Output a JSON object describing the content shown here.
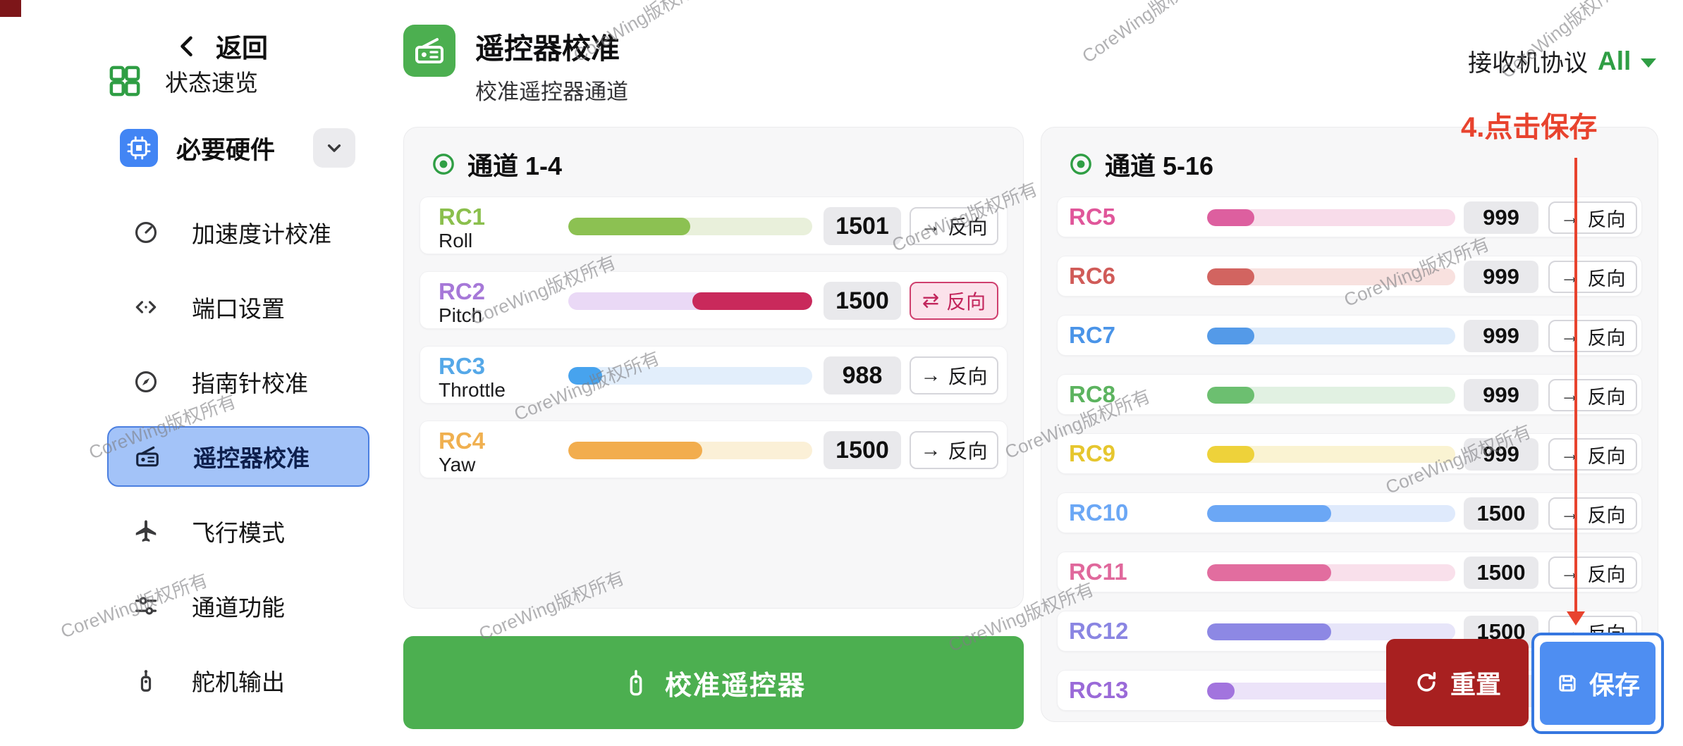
{
  "watermark": "CoreWing版权所有",
  "sidebar": {
    "back_label": "返回",
    "overview_label": "状态速览",
    "section_label": "必要硬件",
    "items": [
      {
        "key": "accelerometer-calibration",
        "icon": "speedometer",
        "label": "加速度计校准",
        "active": false
      },
      {
        "key": "port-settings",
        "icon": "ports",
        "label": "端口设置",
        "active": false
      },
      {
        "key": "compass-calibration",
        "icon": "compass",
        "label": "指南针校准",
        "active": false
      },
      {
        "key": "radio-calibration",
        "icon": "radio",
        "label": "遥控器校准",
        "active": true
      },
      {
        "key": "flight-modes",
        "icon": "plane",
        "label": "飞行模式",
        "active": false
      },
      {
        "key": "channel-functions",
        "icon": "sliders",
        "label": "通道功能",
        "active": false
      },
      {
        "key": "servo-output",
        "icon": "servo",
        "label": "舵机输出",
        "active": false
      }
    ]
  },
  "header": {
    "title": "遥控器校准",
    "subtitle": "校准遥控器通道",
    "protocol_label": "接收机协议",
    "protocol_value": "All"
  },
  "annotation_label": "4.点击保存",
  "reverse_label": "反向",
  "reverse_icon": "→",
  "reverse_icon_active": "⇄",
  "calibrate_label": "校准遥控器",
  "footer": {
    "reset_label": "重置",
    "save_label": "保存"
  },
  "panels": {
    "left": {
      "title": "通道 1-4",
      "channels": [
        {
          "id": "RC1",
          "name": "Roll",
          "value": "1501",
          "fill_pct": 50,
          "fill_from": "left",
          "label_color": "#8bbf4d",
          "fill_color": "#8cc152",
          "track_color": "#e9f0db",
          "reversed": false
        },
        {
          "id": "RC2",
          "name": "Pitch",
          "value": "1500",
          "fill_pct": 49,
          "fill_from": "right",
          "label_color": "#a678d8",
          "fill_color": "#c9295b",
          "track_color": "#ead9f6",
          "reversed": true
        },
        {
          "id": "RC3",
          "name": "Throttle",
          "value": "988",
          "fill_pct": 14,
          "fill_from": "left",
          "label_color": "#55a8e8",
          "fill_color": "#47a3ee",
          "track_color": "#e2eefb",
          "reversed": false
        },
        {
          "id": "RC4",
          "name": "Yaw",
          "value": "1500",
          "fill_pct": 55,
          "fill_from": "left",
          "label_color": "#f0b050",
          "fill_color": "#f2ad4e",
          "track_color": "#fbf0d7",
          "reversed": false
        }
      ]
    },
    "right": {
      "title": "通道 5-16",
      "channels": [
        {
          "id": "RC5",
          "value": "999",
          "fill_pct": 19,
          "fill_from": "left",
          "label_color": "#e0569a",
          "fill_color": "#dd5f9f",
          "track_color": "#f8dcea",
          "reversed": false
        },
        {
          "id": "RC6",
          "value": "999",
          "fill_pct": 19,
          "fill_from": "left",
          "label_color": "#d05b58",
          "fill_color": "#d26460",
          "track_color": "#f8e1df",
          "reversed": false
        },
        {
          "id": "RC7",
          "value": "999",
          "fill_pct": 19,
          "fill_from": "left",
          "label_color": "#4a94e8",
          "fill_color": "#549ae8",
          "track_color": "#ddebfa",
          "reversed": false
        },
        {
          "id": "RC8",
          "value": "999",
          "fill_pct": 19,
          "fill_from": "left",
          "label_color": "#5cb35f",
          "fill_color": "#6cbf70",
          "track_color": "#e1f1e2",
          "reversed": false
        },
        {
          "id": "RC9",
          "value": "999",
          "fill_pct": 19,
          "fill_from": "left",
          "label_color": "#e6c62e",
          "fill_color": "#eed23a",
          "track_color": "#faf3d2",
          "reversed": false
        },
        {
          "id": "RC10",
          "value": "1500",
          "fill_pct": 50,
          "fill_from": "left",
          "label_color": "#6ba7f5",
          "fill_color": "#6ba7f5",
          "track_color": "#dfeafc",
          "reversed": false
        },
        {
          "id": "RC11",
          "value": "1500",
          "fill_pct": 50,
          "fill_from": "left",
          "label_color": "#e0689c",
          "fill_color": "#e26d9f",
          "track_color": "#f9e0eb",
          "reversed": false
        },
        {
          "id": "RC12",
          "value": "1500",
          "fill_pct": 50,
          "fill_from": "left",
          "label_color": "#8a85e2",
          "fill_color": "#8d88e4",
          "track_color": "#e7e5f9",
          "reversed": false
        },
        {
          "id": "RC13",
          "value": "",
          "fill_pct": 11,
          "fill_from": "left",
          "label_color": "#9a6ad8",
          "fill_color": "#a274de",
          "track_color": "#ece3f9",
          "reversed": false
        }
      ]
    }
  }
}
